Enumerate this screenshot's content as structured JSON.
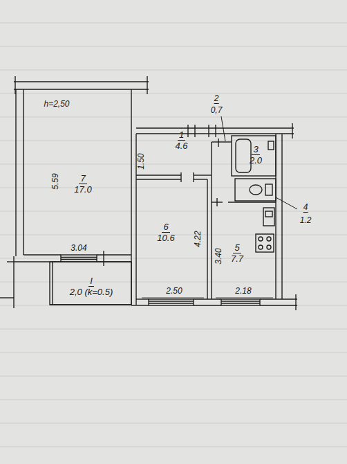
{
  "diagram": {
    "nodes": [
      {
        "text": [
          "7",
          "17.0"
        ]
      },
      {
        "text": [
          "1",
          "4.6"
        ]
      },
      {
        "text": [
          "3",
          "2.0"
        ]
      },
      {
        "text": [
          "6",
          "10.6"
        ]
      },
      {
        "text": [
          "5",
          "7.7"
        ]
      },
      {
        "text": [
          "I",
          "2,0 (k=0.5)"
        ]
      }
    ],
    "labels": [
      "h=2,50",
      "5.59",
      "1.50",
      "2",
      "0,7",
      "4",
      "1.2",
      "4.22",
      "3.40",
      "3.04",
      "2.50",
      "2.18"
    ]
  }
}
